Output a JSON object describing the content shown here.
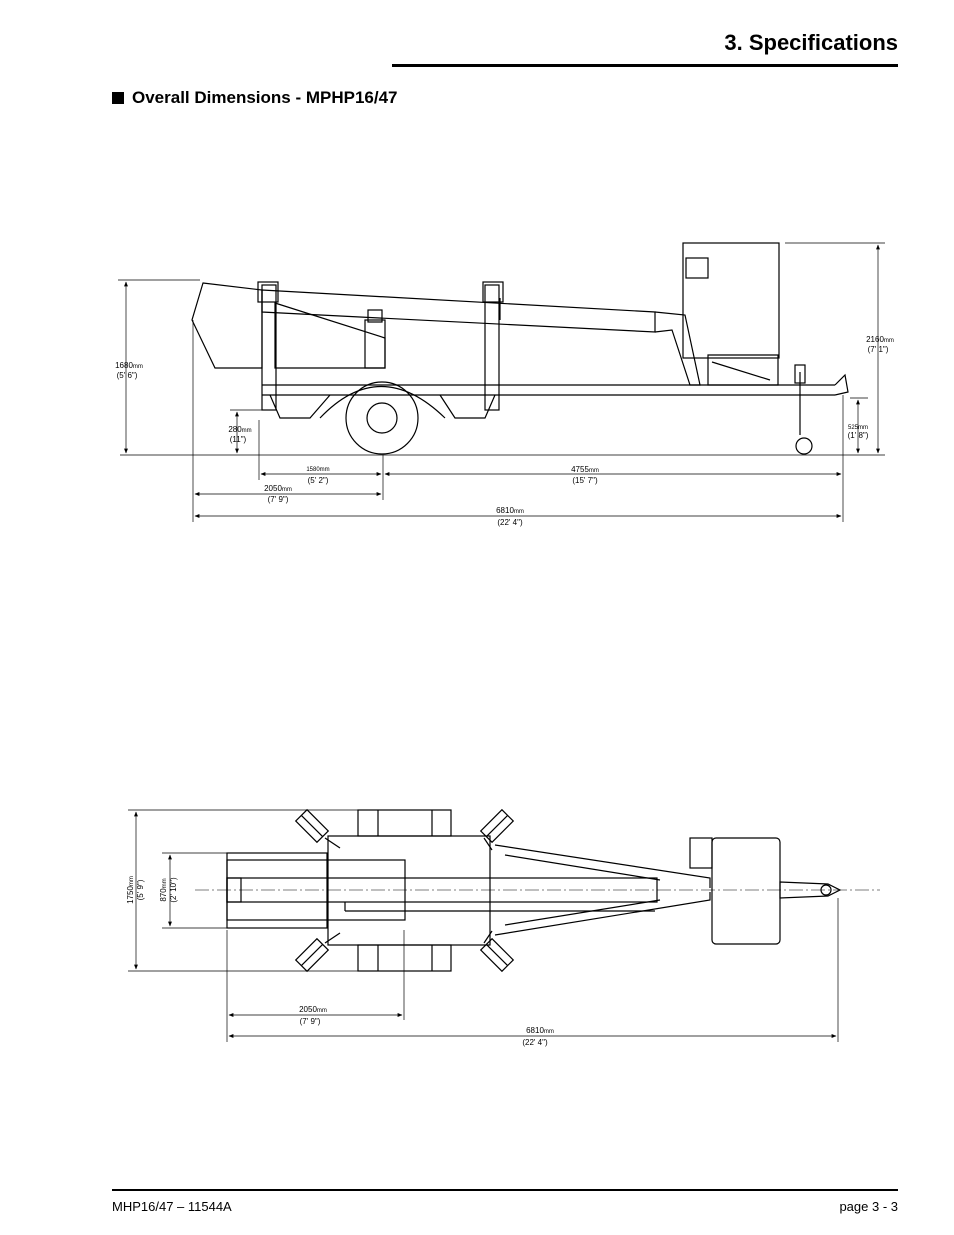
{
  "header": {
    "title": "3. Specifications"
  },
  "section": {
    "title": "Overall Dimensions - MPHP16/47"
  },
  "side_view": {
    "dims": {
      "overall_height": {
        "mm": "1680",
        "unit": "mm",
        "imperial": "(5' 6\")"
      },
      "platform_height": {
        "mm": "2160",
        "unit": "mm",
        "imperial": "(7' 1\")"
      },
      "ground_clearance": {
        "mm": "280",
        "unit": "mm",
        "imperial": "(11\")"
      },
      "hitch_height": {
        "mm": "525",
        "unit": "mm",
        "imperial": "(1' 8\")"
      },
      "rear_outrigger": {
        "mm": "1580",
        "unit": "mm",
        "imperial": "(5' 2\")"
      },
      "axle_to_hitch": {
        "mm": "4755",
        "unit": "mm",
        "imperial": "(15' 7\")"
      },
      "rear_to_axle": {
        "mm": "2050",
        "unit": "mm",
        "imperial": "(7' 9\")"
      },
      "overall_length": {
        "mm": "6810",
        "unit": "mm",
        "imperial": "(22' 4\")"
      }
    }
  },
  "top_view": {
    "dims": {
      "overall_width": {
        "mm": "1750",
        "unit": "mm",
        "imperial": "(5' 9\")"
      },
      "chassis_width": {
        "mm": "870",
        "unit": "mm",
        "imperial": "(2' 10\")"
      },
      "rear_to_axle": {
        "mm": "2050",
        "unit": "mm",
        "imperial": "(7' 9\")"
      },
      "overall_length": {
        "mm": "6810",
        "unit": "mm",
        "imperial": "(22' 4\")"
      }
    }
  },
  "footer": {
    "doc_id": "MHP16/47 – 11544A",
    "page": "page  3 - 3"
  }
}
